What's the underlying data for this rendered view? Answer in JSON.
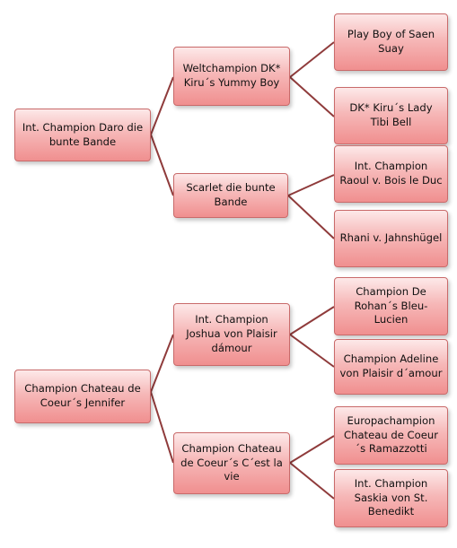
{
  "tree_groups": [
    {
      "root": "Int. Champion Daro die bunte Bande",
      "children": [
        {
          "label": "Weltchampion DK* Kiru´s Yummy Boy",
          "children": [
            "Play Boy of Saen Suay",
            "DK* Kiru´s Lady Tibi Bell"
          ]
        },
        {
          "label": "Scarlet die bunte Bande",
          "children": [
            "Int. Champion Raoul v. Bois le Duc",
            "Rhani v. Jahnshügel"
          ]
        }
      ]
    },
    {
      "root": "Champion Chateau de Coeur´s Jennifer",
      "children": [
        {
          "label": "Int. Champion Joshua von Plaisir dámour",
          "children": [
            "Champion De Rohan´s Bleu-Lucien",
            "Champion Adeline von Plaisir d´amour"
          ]
        },
        {
          "label": "Champion Chateau de Coeur´s C´est la vie",
          "children": [
            "Europachampion Chateau de Coeur´s Ramazzotti",
            "Int. Champion Saskia von St. Benedikt"
          ]
        }
      ]
    }
  ],
  "colors": {
    "box_fill_top": "#fde9e9",
    "box_fill_bottom": "#f08f8f",
    "box_border": "#c96a6a",
    "connector": "#8f3b3b"
  }
}
